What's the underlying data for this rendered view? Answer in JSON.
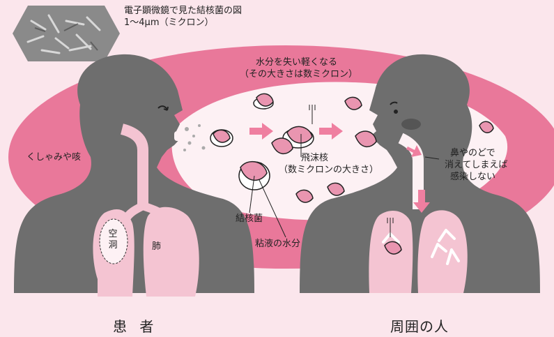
{
  "micrograph": {
    "caption_line1": "電子顕微鏡で見た結核菌の図",
    "caption_line2": "1～4μm（ミクロン）"
  },
  "top_note": {
    "line1": "水分を失い軽くなる",
    "line2": "（その大きさは数ミクロン）"
  },
  "labels": {
    "sneeze": "くしゃみや咳",
    "droplet_nuclei_line1": "飛沫核",
    "droplet_nuclei_line2": "（数ミクロンの大きさ）",
    "bacteria": "結核菌",
    "mucus_water": "粘液の水分",
    "cavity": "空洞",
    "lung": "肺",
    "nose_line1": "鼻やのどで",
    "nose_line2": "消えてしまえば",
    "nose_line3": "感染しない"
  },
  "captions": {
    "patient": "患 者",
    "surrounding": "周囲の人"
  },
  "colors": {
    "background": "#fbe6ec",
    "ellipse": "#e9789a",
    "cloud": "#fdf1f4",
    "figure": "#6e6e6e",
    "lung": "#f4c4d2",
    "arrow": "#ef7fa0"
  }
}
